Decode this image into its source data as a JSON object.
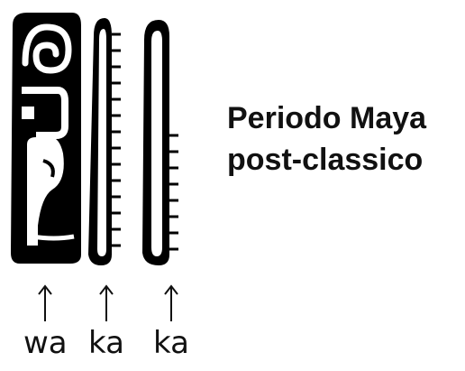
{
  "caption": {
    "line1": "Periodo Maya",
    "line2": "post-classico"
  },
  "syllables": [
    "wa",
    "ka",
    "ka"
  ],
  "colors": {
    "ink": "#000000",
    "background": "#ffffff"
  }
}
